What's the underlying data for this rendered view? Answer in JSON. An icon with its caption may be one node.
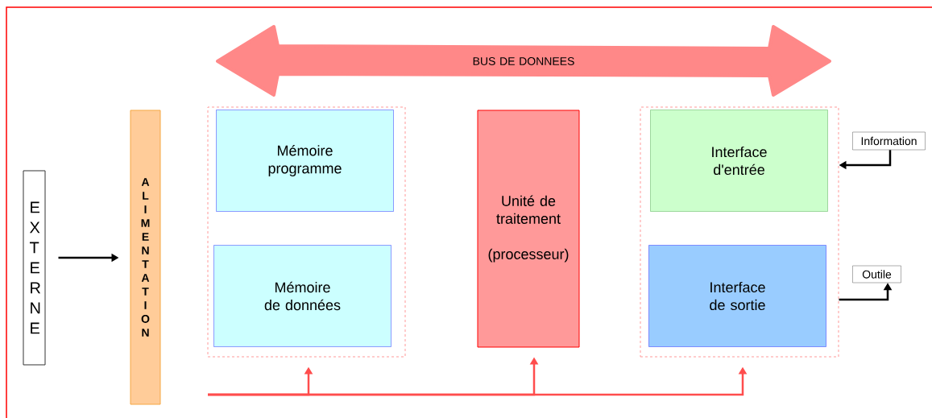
{
  "diagram": {
    "nodes": [
      {
        "text": [
          "E X T E R N E"
        ]
      },
      {
        "text": [
          "A L I M E N T A T I O N"
        ]
      },
      {
        "text": [],
        "shape": "box"
      },
      {
        "text": [
          "Mémoire programme"
        ],
        "in": 2
      },
      {
        "text": [
          "Mémoire de données"
        ],
        "in": 2
      },
      {
        "text": [
          "Unité de traitement",
          "(processeur)"
        ]
      },
      {
        "text": [],
        "shape": "box"
      },
      {
        "text": [
          "Interface d'entrée"
        ],
        "in": 6
      },
      {
        "text": [
          "Interface de sortie"
        ],
        "in": 6
      },
      {
        "text": [
          "Information"
        ]
      },
      {
        "text": [
          "Outile"
        ]
      },
      {
        "text": [
          "BUS DE DONNEES"
        ]
      }
    ],
    "edges": [
      {
        "from": 0,
        "to": 1,
        "arrow": "to"
      },
      {
        "from": 9,
        "to": 6,
        "arrow": "to"
      },
      {
        "from": 6,
        "to": 10,
        "arrow": "to"
      },
      {
        "from": null,
        "to": 2,
        "arrow": "to",
        "color": "#ff4d4d"
      },
      {
        "from": null,
        "to": 5,
        "arrow": "to",
        "color": "#ff4d4d"
      },
      {
        "from": null,
        "to": 6,
        "arrow": "to",
        "color": "#ff4d4d"
      }
    ]
  }
}
